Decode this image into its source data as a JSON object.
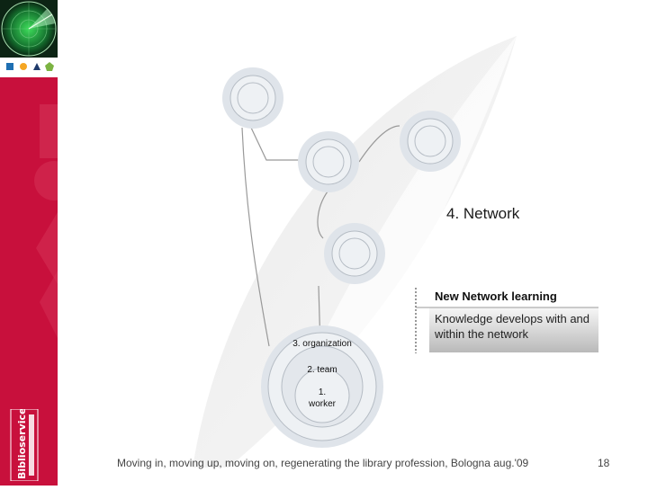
{
  "slide": {
    "network_label": "4. Network",
    "box": {
      "title": "New Network learning",
      "body": "Knowledge develops with and within the network"
    },
    "circles": {
      "organization": "3. organization",
      "team": "2. team",
      "worker_line1": "1.",
      "worker_line2": "worker"
    },
    "footer": "Moving in, moving up, moving on, regenerating the library profession, Bologna aug.'09",
    "page_number": "18"
  },
  "branding": {
    "logo_text": "Biblioservice",
    "colors": {
      "sidebar_red": "#c8103c",
      "radar_green": "#2ecc40",
      "shape_blue": "#1f6fb2",
      "shape_orange": "#f5a623",
      "shape_navy": "#1f3a6b",
      "shape_green": "#7cb342"
    }
  }
}
